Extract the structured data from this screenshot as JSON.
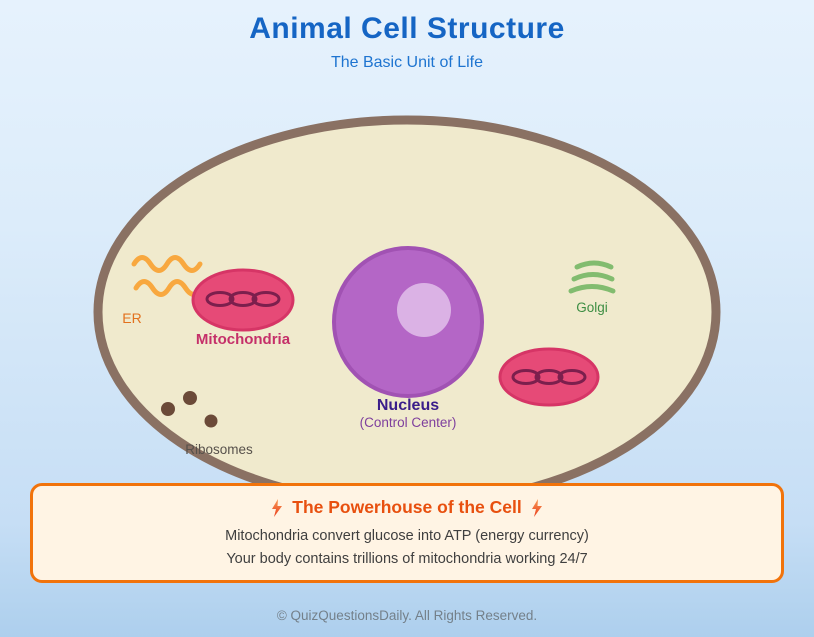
{
  "header": {
    "title": "Animal Cell Structure",
    "subtitle": "The Basic Unit of Life"
  },
  "cell": {
    "labels": {
      "er": "ER",
      "mitochondria": "Mitochondria",
      "nucleus": "Nucleus",
      "nucleus_sub": "(Control Center)",
      "golgi": "Golgi",
      "ribosomes": "Ribosomes"
    },
    "colors": {
      "membrane_fill": "#F0EACD",
      "membrane_stroke": "#8A7163",
      "er_wave": "#F8A83F",
      "er_label": "#E2711D",
      "mito_fill": "#E64A77",
      "mito_stroke": "#D63566",
      "mito_crista": "#7C1F4D",
      "mito_label": "#C53069",
      "nucleus_fill": "#B466C6",
      "nucleus_stroke": "#A152B3",
      "nucleolus_fill": "#DBB2E5",
      "nucleus_label": "#3A1D8A",
      "nucleus_sub_label": "#7E3F9D",
      "golgi_stroke": "#82BC6F",
      "golgi_label": "#3D8E43",
      "ribosome_fill": "#6B4A38",
      "ribosome_label": "#57514B"
    }
  },
  "infobox": {
    "title": "The Powerhouse of the Cell",
    "line1": "Mitochondria convert glucose into ATP (energy currency)",
    "line2": "Your body contains trillions of mitochondria working 24/7",
    "border_color": "#F1730B",
    "title_color": "#E8500F",
    "bolt_icon": "lightning-bolt"
  },
  "footer": {
    "text": "© QuizQuestionsDaily. All Rights Reserved."
  }
}
